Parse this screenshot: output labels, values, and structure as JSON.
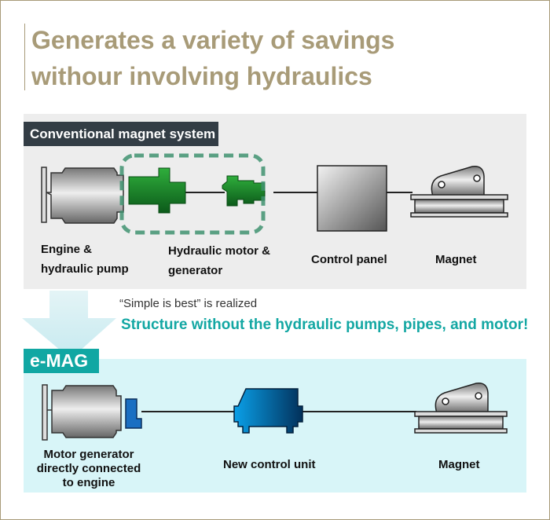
{
  "title": {
    "line1": "Generates a variety of savings",
    "line2": "withour involving hydraulics"
  },
  "conventional": {
    "tag": "Conventional magnet system",
    "labels": {
      "engine_line1": "Engine &",
      "engine_line2": "hydraulic pump",
      "motor_line1": "Hydraulic motor &",
      "motor_line2": "generator",
      "control": "Control panel",
      "magnet": "Magnet"
    }
  },
  "transition": {
    "subtitle": "“Simple is best” is realized",
    "headline": "Structure without the hydraulic pumps, pipes, and motor!"
  },
  "emag": {
    "tag": "e-MAG",
    "labels": {
      "motor_line1": "Motor generator",
      "motor_line2": "directly connected",
      "motor_line3": "to engine",
      "control": "New control unit",
      "magnet": "Magnet"
    }
  },
  "colors": {
    "title": "#a89b78",
    "hydraulic": "#1e8a2e",
    "emag_accent": "#11a7a3",
    "control_unit": "#0a7fc4"
  }
}
